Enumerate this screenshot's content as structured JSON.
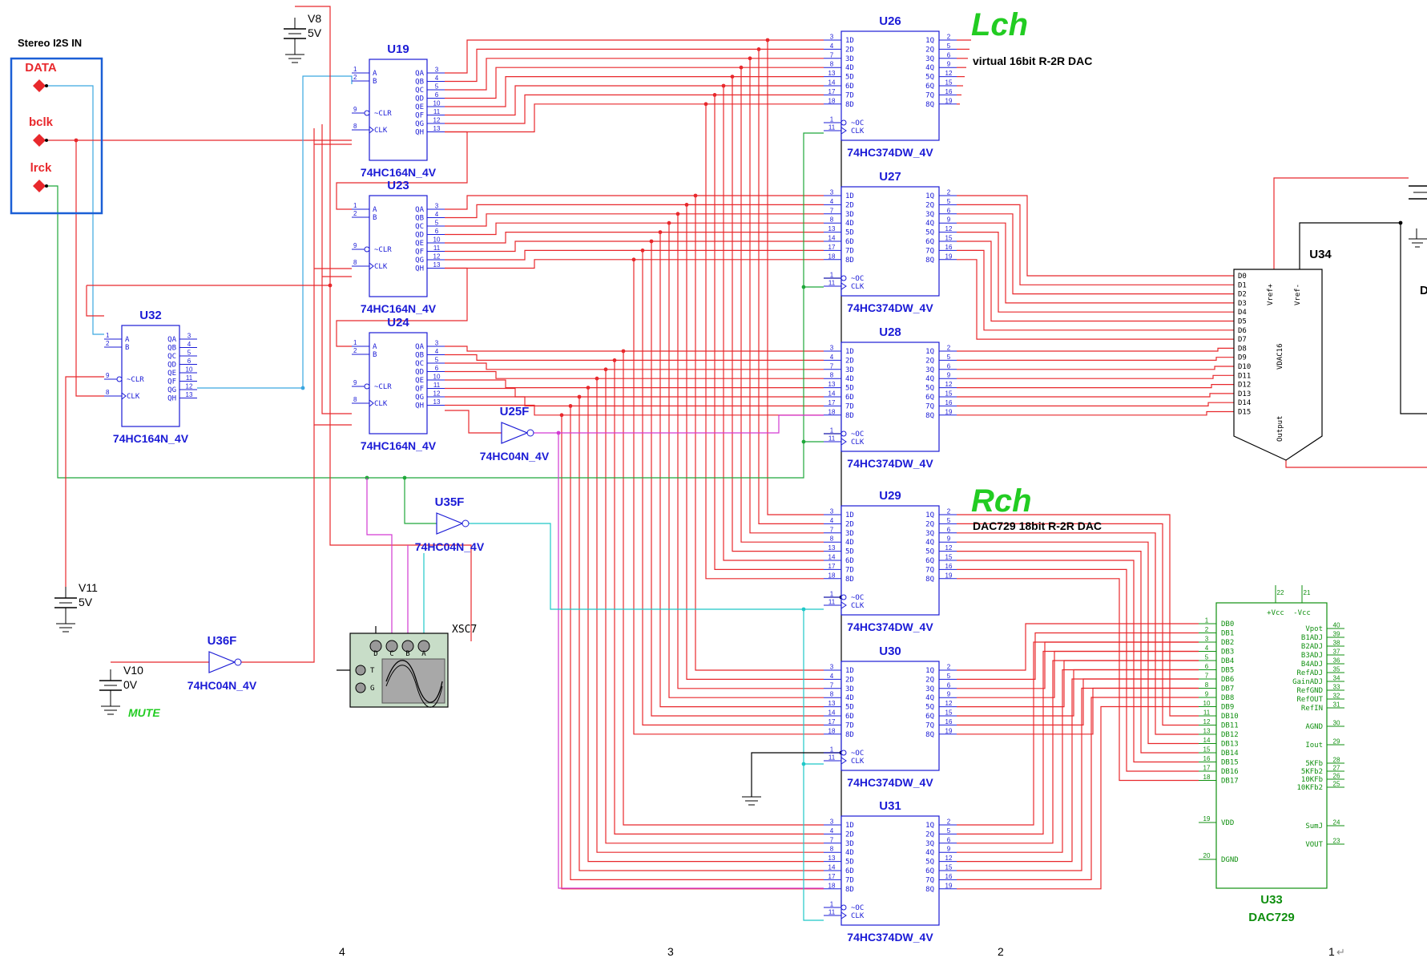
{
  "colors": {
    "wire_red": "#e8282c",
    "wire_blue": "#3aa6e0",
    "wire_cyan": "#1fc8c8",
    "wire_green": "#1fa83a",
    "wire_magenta": "#d33ad3",
    "chip_blue": "#1b1bd6",
    "chip_green": "#0f8f0f",
    "bright_green": "#22cc22"
  },
  "annotations": {
    "lch": "Lch",
    "lch_sub": "virtual 16bit R-2R DAC",
    "rch": "Rch",
    "rch_sub": "DAC729 18bit R-2R DAC",
    "mute": "MUTE"
  },
  "input_box": {
    "title": "Stereo I2S IN",
    "ports": [
      "DATA",
      "bclk",
      "lrck"
    ]
  },
  "shift_registers": [
    {
      "ref": "U19",
      "part": "74HC164N_4V"
    },
    {
      "ref": "U23",
      "part": "74HC164N_4V"
    },
    {
      "ref": "U24",
      "part": "74HC164N_4V"
    },
    {
      "ref": "U32",
      "part": "74HC164N_4V"
    }
  ],
  "sr_pins": {
    "left_names": [
      "A",
      "B",
      "~CLR",
      "CLK"
    ],
    "left_nums": [
      "1",
      "2",
      "9",
      "8"
    ],
    "right_names": [
      "QA",
      "QB",
      "QC",
      "QD",
      "QE",
      "QF",
      "QG",
      "QH"
    ],
    "right_nums": [
      "3",
      "4",
      "5",
      "6",
      "10",
      "11",
      "12",
      "13"
    ]
  },
  "latches": [
    {
      "ref": "U26",
      "part": "74HC374DW_4V"
    },
    {
      "ref": "U27",
      "part": "74HC374DW_4V"
    },
    {
      "ref": "U28",
      "part": "74HC374DW_4V"
    },
    {
      "ref": "U29",
      "part": "74HC374DW_4V"
    },
    {
      "ref": "U30",
      "part": "74HC374DW_4V"
    },
    {
      "ref": "U31",
      "part": "74HC374DW_4V"
    }
  ],
  "latch_pins": {
    "d_names": [
      "1D",
      "2D",
      "3D",
      "4D",
      "5D",
      "6D",
      "7D",
      "8D"
    ],
    "d_nums": [
      "3",
      "4",
      "7",
      "8",
      "13",
      "14",
      "17",
      "18"
    ],
    "q_names": [
      "1Q",
      "2Q",
      "3Q",
      "4Q",
      "5Q",
      "6Q",
      "7Q",
      "8Q"
    ],
    "q_nums": [
      "2",
      "5",
      "6",
      "9",
      "12",
      "15",
      "16",
      "19"
    ],
    "ctl_names": [
      "~OC",
      "CLK"
    ],
    "ctl_nums": [
      "1",
      "11"
    ]
  },
  "inverters": [
    {
      "ref": "U25F",
      "part": "74HC04N_4V"
    },
    {
      "ref": "U35F",
      "part": "74HC04N_4V"
    },
    {
      "ref": "U36F",
      "part": "74HC04N_4V"
    }
  ],
  "sources": [
    {
      "ref": "V8",
      "value": "5V"
    },
    {
      "ref": "V11",
      "value": "5V"
    },
    {
      "ref": "V10",
      "value": "0V"
    }
  ],
  "u34": {
    "ref": "U34",
    "part": "VDAC16",
    "inputs": [
      "D0",
      "D1",
      "D2",
      "D3",
      "D4",
      "D5",
      "D6",
      "D7",
      "D8",
      "D9",
      "D10",
      "D11",
      "D12",
      "D13",
      "D14",
      "D15"
    ],
    "vref_plus": "Vref+",
    "vref_minus": "Vref-",
    "output": "Output",
    "partial": "D"
  },
  "u33": {
    "ref": "U33",
    "part": "DAC729",
    "left_names": [
      "DB0",
      "DB1",
      "DB2",
      "DB3",
      "DB4",
      "DB5",
      "DB6",
      "DB7",
      "DB8",
      "DB9",
      "DB10",
      "DB11",
      "DB12",
      "DB13",
      "DB14",
      "DB15",
      "DB16",
      "DB17"
    ],
    "left_nums": [
      "1",
      "2",
      "3",
      "4",
      "5",
      "6",
      "7",
      "8",
      "9",
      "10",
      "11",
      "12",
      "13",
      "14",
      "15",
      "16",
      "17",
      "18"
    ],
    "vdd": "VDD",
    "vdd_num": "19",
    "dgnd": "DGND",
    "dgnd_num": "20",
    "top_names": [
      "+Vcc",
      "-Vcc"
    ],
    "top_nums": [
      "22",
      "21"
    ],
    "right_names": [
      "Vpot",
      "B1ADJ",
      "B2ADJ",
      "B3ADJ",
      "B4ADJ",
      "RefADJ",
      "GainADJ",
      "RefGND",
      "RefOUT",
      "RefIN",
      "AGND",
      "Iout",
      "5KFb",
      "5KFb2",
      "10KFb",
      "10KFb2",
      "SumJ",
      "VOUT"
    ],
    "right_nums": [
      "40",
      "39",
      "38",
      "37",
      "36",
      "35",
      "34",
      "33",
      "32",
      "31",
      "30",
      "29",
      "28",
      "27",
      "26",
      "25",
      "24",
      "23"
    ]
  },
  "scope": {
    "ref": "XSC7",
    "channels": [
      "D",
      "C",
      "B",
      "A"
    ],
    "side": [
      "T",
      "G"
    ]
  },
  "border_numbers": [
    "4",
    "3",
    "2",
    "1"
  ],
  "end_mark": "↵"
}
